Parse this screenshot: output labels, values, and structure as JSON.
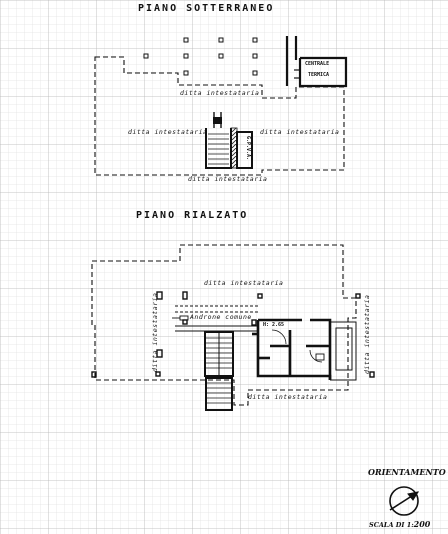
{
  "sotterraneo": {
    "title": "PIANO   SOTTERRANEO",
    "labels": {
      "centrale_termica_1": "CENTRALE",
      "centrale_termica_2": "TERMICA",
      "ditta_top": "ditta   intestataria",
      "ditta_left": "ditta   intestataria",
      "ditta_right": "ditta   intestataria",
      "ditta_bottom": "ditta   intestataria",
      "stair_code": "G.P.V.A."
    }
  },
  "rialzato": {
    "title": "PIANO   RIALZATO",
    "labels": {
      "ditta_top": "ditta   intestataria",
      "ditta_left_vertical": "ditta intestataria",
      "ditta_right_vertical": "ditta intestataria",
      "androne": "Androne  comune",
      "height": "H: 2.65",
      "ditta_bottom": "ditta   intestataria"
    }
  },
  "legend": {
    "orientamento": "ORIENTAMENTO",
    "scala_prefix": "SCALA DI 1:",
    "scala_value": "200"
  }
}
